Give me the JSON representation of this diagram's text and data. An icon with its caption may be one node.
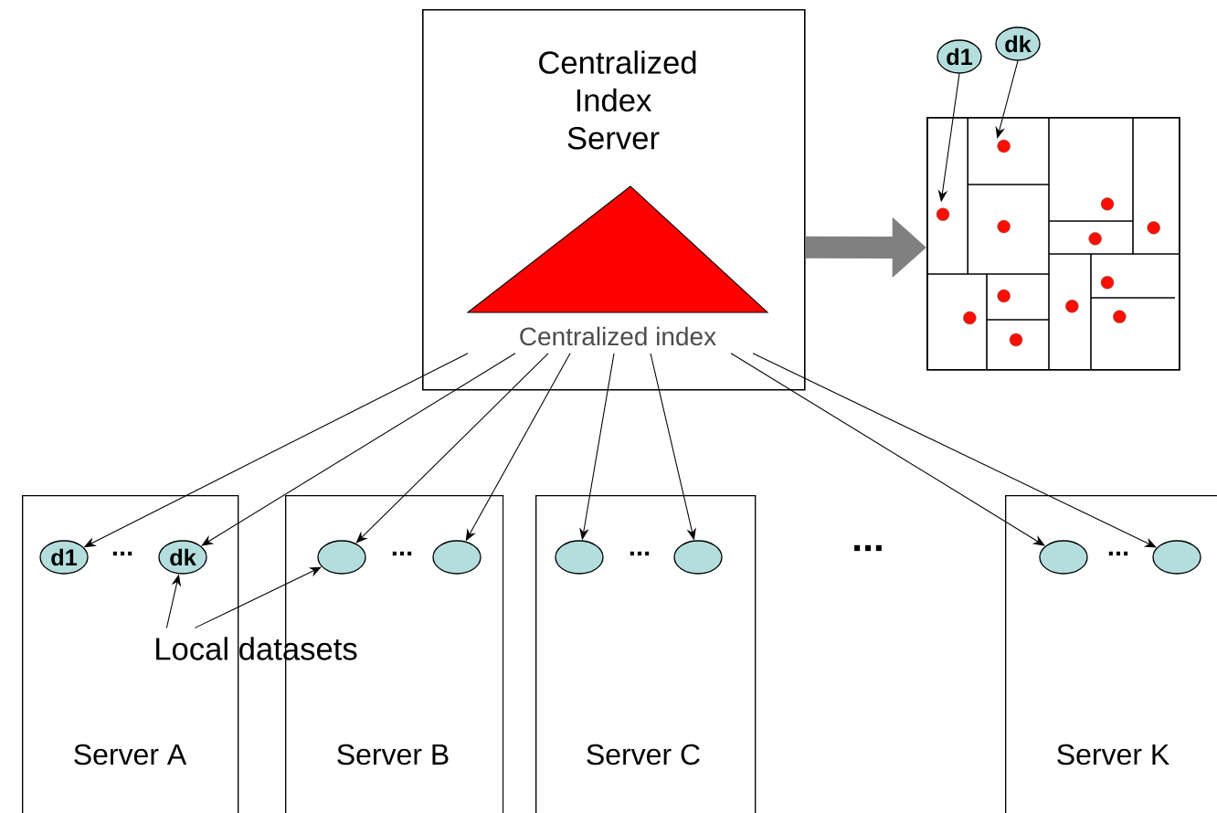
{
  "diagram": {
    "nodes": [
      {
        "text": [
          "Centralized Index Server"
        ]
      },
      {
        "text": [
          "Centralized index"
        ],
        "in": 0
      },
      {
        "text": [],
        "shape": "box"
      },
      {
        "text": [
          "d1"
        ]
      },
      {
        "text": [
          "dk"
        ]
      },
      {
        "text": [
          "Server A"
        ]
      },
      {
        "text": [
          "d1"
        ],
        "in": 5
      },
      {
        "text": [
          "dk"
        ],
        "in": 5
      },
      {
        "text": [
          "Server B"
        ]
      },
      {
        "text": [],
        "shape": "circle",
        "in": 8
      },
      {
        "text": [],
        "shape": "circle",
        "in": 8
      },
      {
        "text": [
          "Server C"
        ]
      },
      {
        "text": [],
        "shape": "circle",
        "in": 11
      },
      {
        "text": [],
        "shape": "circle",
        "in": 11
      },
      {
        "text": [
          "Server K"
        ]
      },
      {
        "text": [],
        "shape": "circle",
        "in": 14
      },
      {
        "text": [],
        "shape": "circle",
        "in": 14
      },
      {
        "text": [
          "Local datasets"
        ]
      }
    ],
    "edges": [
      {
        "from": 0,
        "to": 2,
        "arrow": "to",
        "style": "thick",
        "color": "#808080"
      },
      {
        "from": 3,
        "to": 2,
        "arrow": "to"
      },
      {
        "from": 4,
        "to": 2,
        "arrow": "to"
      },
      {
        "from": 1,
        "to": 6,
        "arrow": "to"
      },
      {
        "from": 1,
        "to": 7,
        "arrow": "to"
      },
      {
        "from": 1,
        "to": 9,
        "arrow": "to"
      },
      {
        "from": 1,
        "to": 10,
        "arrow": "to"
      },
      {
        "from": 1,
        "to": 12,
        "arrow": "to"
      },
      {
        "from": 1,
        "to": 13,
        "arrow": "to"
      },
      {
        "from": 1,
        "to": 15,
        "arrow": "to"
      },
      {
        "from": 1,
        "to": 16,
        "arrow": "to"
      },
      {
        "from": 17,
        "to": 7,
        "arrow": "to"
      },
      {
        "from": 17,
        "to": 9,
        "arrow": "to"
      }
    ],
    "labels": [
      "...",
      "...",
      "...",
      "...",
      "..."
    ]
  }
}
